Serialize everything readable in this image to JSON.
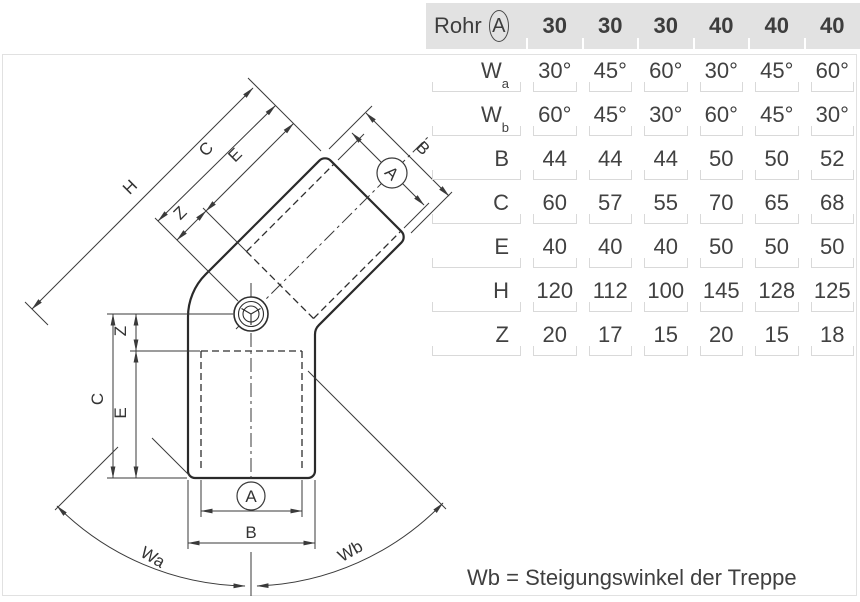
{
  "table": {
    "header": {
      "label": "Rohr",
      "circled": "A",
      "values": [
        "30",
        "30",
        "30",
        "40",
        "40",
        "40"
      ]
    },
    "rows": [
      {
        "label": "W",
        "sub": "a",
        "values": [
          "30°",
          "45°",
          "60°",
          "30°",
          "45°",
          "60°"
        ]
      },
      {
        "label": "W",
        "sub": "b",
        "values": [
          "60°",
          "45°",
          "30°",
          "60°",
          "45°",
          "30°"
        ]
      },
      {
        "label": "B",
        "sub": "",
        "values": [
          "44",
          "44",
          "44",
          "50",
          "50",
          "52"
        ]
      },
      {
        "label": "C",
        "sub": "",
        "values": [
          "60",
          "57",
          "55",
          "70",
          "65",
          "68"
        ]
      },
      {
        "label": "E",
        "sub": "",
        "values": [
          "40",
          "40",
          "40",
          "50",
          "50",
          "50"
        ]
      },
      {
        "label": "H",
        "sub": "",
        "values": [
          "120",
          "112",
          "100",
          "145",
          "128",
          "125"
        ]
      },
      {
        "label": "Z",
        "sub": "",
        "values": [
          "20",
          "17",
          "15",
          "20",
          "15",
          "18"
        ]
      }
    ]
  },
  "note": "Wb = Steigungswinkel der Treppe",
  "diagram": {
    "labels": {
      "h": "H",
      "c": "C",
      "e": "E",
      "z": "Z",
      "b": "B",
      "a": "A",
      "wa": "Wa",
      "wb": "Wb"
    }
  },
  "colors": {
    "header_bg": "#e2e2e2",
    "line": "#2e2e2e",
    "thin_line": "#3a3a3a"
  }
}
